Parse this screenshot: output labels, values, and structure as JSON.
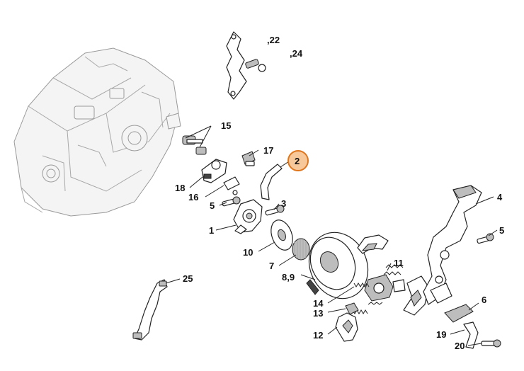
{
  "diagram": {
    "callouts": [
      {
        "id": "22",
        "label": ",22"
      },
      {
        "id": "24",
        "label": ",24"
      },
      {
        "id": "15",
        "label": "15"
      },
      {
        "id": "17",
        "label": "17"
      },
      {
        "id": "2",
        "label": "2"
      },
      {
        "id": "18",
        "label": "18"
      },
      {
        "id": "16",
        "label": "16"
      },
      {
        "id": "5a",
        "label": "5"
      },
      {
        "id": "3",
        "label": "3"
      },
      {
        "id": "1",
        "label": "1"
      },
      {
        "id": "10",
        "label": "10"
      },
      {
        "id": "7",
        "label": "7"
      },
      {
        "id": "89",
        "label": "8,9"
      },
      {
        "id": "4",
        "label": "4"
      },
      {
        "id": "5b",
        "label": "5"
      },
      {
        "id": "11",
        "label": "11"
      },
      {
        "id": "25",
        "label": "25"
      },
      {
        "id": "14",
        "label": "14"
      },
      {
        "id": "13",
        "label": "13"
      },
      {
        "id": "12",
        "label": "12"
      },
      {
        "id": "6",
        "label": "6"
      },
      {
        "id": "19",
        "label": "19"
      },
      {
        "id": "20",
        "label": "20"
      }
    ],
    "highlight": {
      "label": "2",
      "color": "#e0761c",
      "fill": "#f6c89a"
    }
  }
}
